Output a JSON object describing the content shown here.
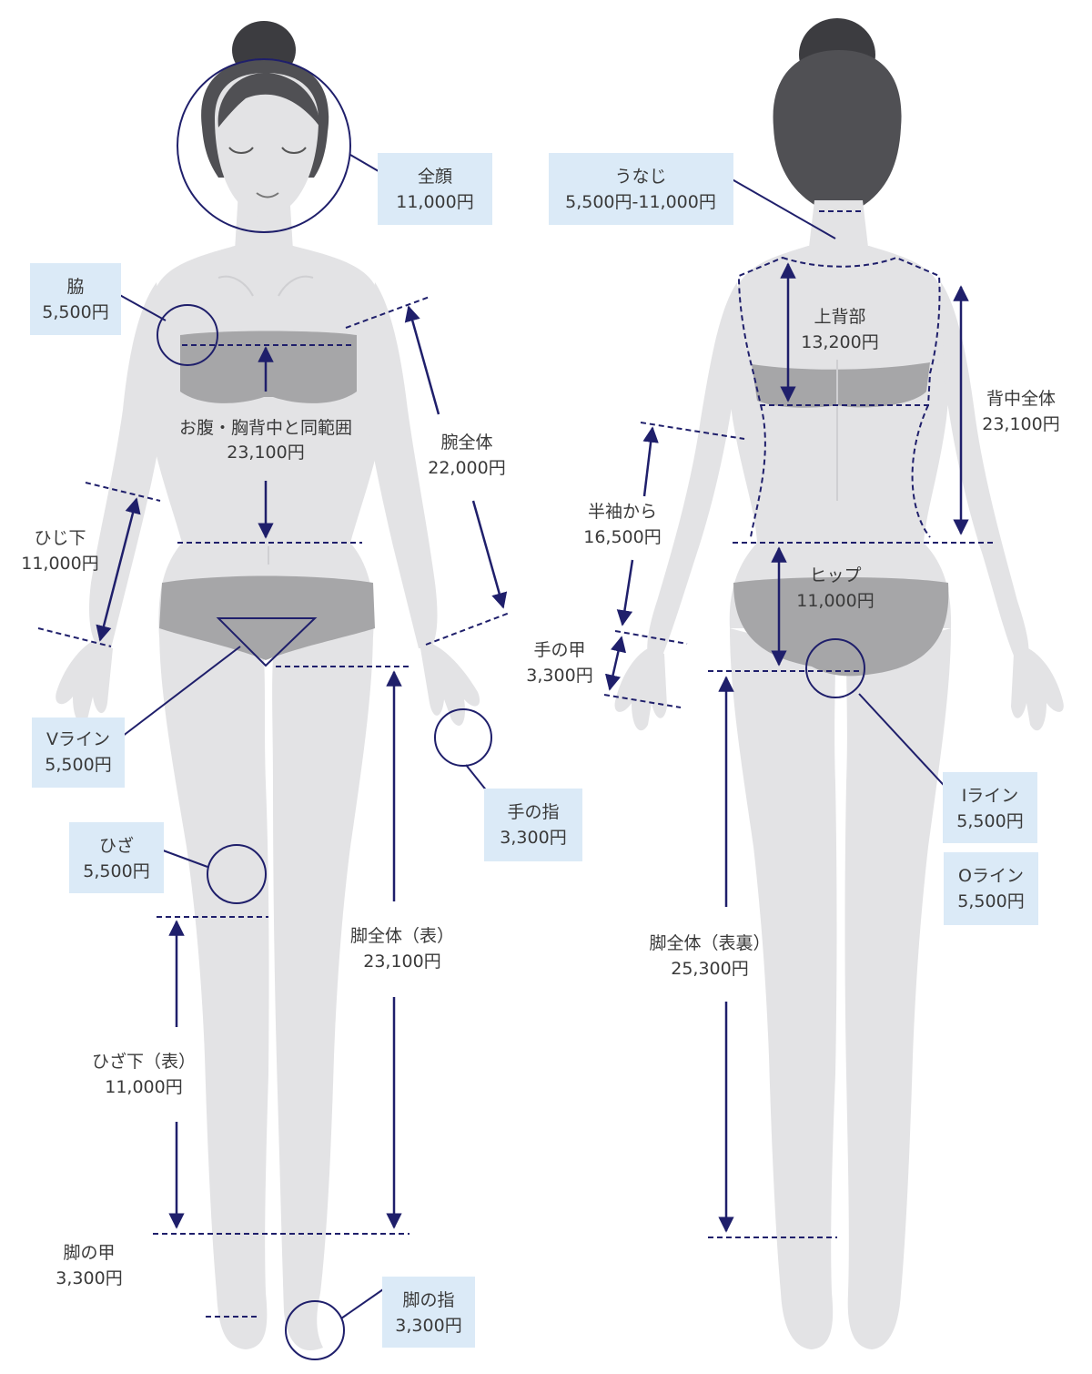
{
  "colors": {
    "accent_navy": "#1f1f6b",
    "label_box": "#dbeaf7",
    "skin": "#e3e3e5",
    "garment": "#a6a6a8",
    "hair": "#505054"
  },
  "front": {
    "face": {
      "name": "全顔",
      "price": "11,000円"
    },
    "armpit": {
      "name": "脇",
      "price": "5,500円"
    },
    "belly_chest": {
      "name": "お腹・胸背中と同範囲",
      "price": "23,100円"
    },
    "arm_full": {
      "name": "腕全体",
      "price": "22,000円"
    },
    "below_elbow": {
      "name": "ひじ下",
      "price": "11,000円"
    },
    "v_line": {
      "name": "Vライン",
      "price": "5,500円"
    },
    "fingers": {
      "name": "手の指",
      "price": "3,300円"
    },
    "knee": {
      "name": "ひざ",
      "price": "5,500円"
    },
    "leg_full_front": {
      "name": "脚全体（表）",
      "price": "23,100円"
    },
    "below_knee": {
      "name": "ひざ下（表）",
      "price": "11,000円"
    },
    "foot_top": {
      "name": "脚の甲",
      "price": "3,300円"
    },
    "toes": {
      "name": "脚の指",
      "price": "3,300円"
    }
  },
  "back": {
    "nape": {
      "name": "うなじ",
      "price": "5,500円-11,000円"
    },
    "upper_back": {
      "name": "上背部",
      "price": "13,200円"
    },
    "back_full": {
      "name": "背中全体",
      "price": "23,100円"
    },
    "from_sleeve": {
      "name": "半袖から",
      "price": "16,500円"
    },
    "hip": {
      "name": "ヒップ",
      "price": "11,000円"
    },
    "hand_top": {
      "name": "手の甲",
      "price": "3,300円"
    },
    "i_line": {
      "name": "Iライン",
      "price": "5,500円"
    },
    "o_line": {
      "name": "Oライン",
      "price": "5,500円"
    },
    "leg_full_both": {
      "name": "脚全体（表裏）",
      "price": "25,300円"
    }
  }
}
